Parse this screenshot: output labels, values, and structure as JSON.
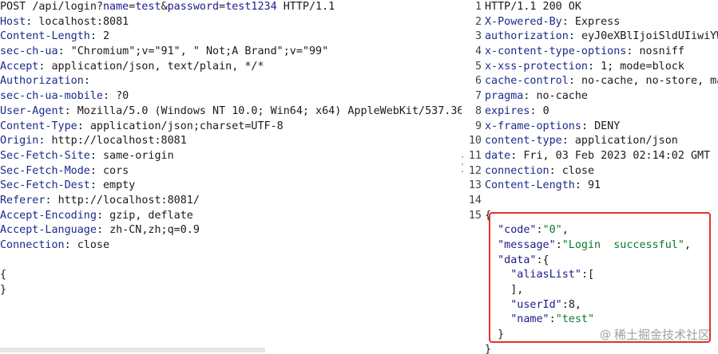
{
  "request": {
    "request_line": {
      "method": "POST",
      "path_prefix": "/api/login?",
      "p1_key": "name",
      "eq": "=",
      "p1_val": "test",
      "amp": "&",
      "p2_key": "password",
      "p2_val": "test1234",
      "protocol": " HTTP/1.1"
    },
    "headers": [
      {
        "name": "Host",
        "value": "localhost:8081"
      },
      {
        "name": "Content-Length",
        "value": "2"
      },
      {
        "name": "sec-ch-ua",
        "value": "\"Chromium\";v=\"91\", \" Not;A Brand\";v=\"99\""
      },
      {
        "name": "Accept",
        "value": "application/json, text/plain, */*"
      },
      {
        "name": "Authorization",
        "value": ""
      },
      {
        "name": "sec-ch-ua-mobile",
        "value": "?0"
      },
      {
        "name": "User-Agent",
        "value": "Mozilla/5.0 (Windows NT 10.0; Win64; x64) AppleWebKit/537.36"
      },
      {
        "name": "Content-Type",
        "value": "application/json;charset=UTF-8"
      },
      {
        "name": "Origin",
        "value": "http://localhost:8081"
      },
      {
        "name": "Sec-Fetch-Site",
        "value": "same-origin"
      },
      {
        "name": "Sec-Fetch-Mode",
        "value": "cors"
      },
      {
        "name": "Sec-Fetch-Dest",
        "value": "empty"
      },
      {
        "name": "Referer",
        "value": "http://localhost:8081/"
      },
      {
        "name": "Accept-Encoding",
        "value": "gzip, deflate"
      },
      {
        "name": "Accept-Language",
        "value": "zh-CN,zh;q=0.9"
      },
      {
        "name": "Connection",
        "value": "close"
      }
    ],
    "body_open": "{",
    "body_close": "}"
  },
  "response": {
    "line_numbers": [
      "1",
      "2",
      "3",
      "4",
      "5",
      "6",
      "7",
      "8",
      "9",
      "10",
      "11",
      "12",
      "13",
      "14",
      "15"
    ],
    "status_line": "HTTP/1.1 200 OK",
    "headers": [
      {
        "name": "X-Powered-By",
        "value": "Express"
      },
      {
        "name": "authorization",
        "value": "eyJ0eXBlIjoiSldUIiwiYW"
      },
      {
        "name": "x-content-type-options",
        "value": "nosniff"
      },
      {
        "name": "x-xss-protection",
        "value": "1; mode=block"
      },
      {
        "name": "cache-control",
        "value": "no-cache, no-store, ma"
      },
      {
        "name": "pragma",
        "value": "no-cache"
      },
      {
        "name": "expires",
        "value": "0"
      },
      {
        "name": "x-frame-options",
        "value": "DENY"
      },
      {
        "name": "content-type",
        "value": "application/json"
      },
      {
        "name": "date",
        "value": "Fri, 03 Feb 2023 02:14:02 GMT"
      },
      {
        "name": "connection",
        "value": "close"
      },
      {
        "name": "Content-Length",
        "value": "91"
      }
    ],
    "body": {
      "open": "{",
      "code_key": "\"code\"",
      "code_val": "\"0\"",
      "message_key": "\"message\"",
      "message_val": "\"Login  successful\"",
      "data_key": "\"data\"",
      "alias_key": "\"aliasList\"",
      "userid_key": "\"userId\"",
      "userid_val": "8",
      "name_key": "\"name\"",
      "name_val": "\"test\"",
      "close_inner": "}",
      "close_outer": "}"
    }
  },
  "watermark": {
    "at": "@",
    "text": "稀土掘金技术社区"
  },
  "colors": {
    "header_key": "#1a2a8a",
    "json_string": "#0a7a2a",
    "highlight_border": "#e0332b"
  }
}
